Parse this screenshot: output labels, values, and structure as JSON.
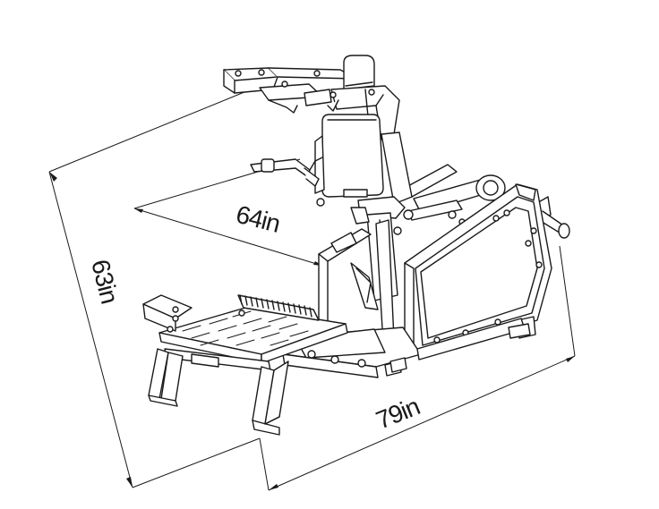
{
  "dimensions": {
    "width_label": "64in",
    "height_label": "63in",
    "length_label": "79in"
  },
  "colors": {
    "line": "#1a1a1a",
    "background": "#ffffff"
  }
}
